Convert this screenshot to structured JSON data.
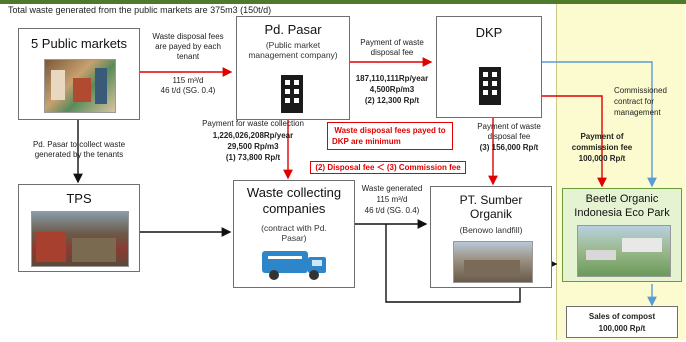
{
  "heading": "Total waste generated from the public markets are 375m3 (150t/d)",
  "nodes": {
    "markets": {
      "title": "5 Public markets"
    },
    "pasar": {
      "title": "Pd. Pasar",
      "subtitle_1": "(Public market",
      "subtitle_2": "management company)"
    },
    "dkp": {
      "title": "DKP"
    },
    "tps": {
      "title": "TPS"
    },
    "collecting": {
      "title_1": "Waste collecting",
      "title_2": "companies",
      "subtitle_1": "(contract with Pd.",
      "subtitle_2": "Pasar)"
    },
    "sumber": {
      "title_1": "PT. Sumber",
      "title_2": "Organik",
      "subtitle": "(Benowo landfill)"
    },
    "beetle": {
      "title_1": "Beetle Organic",
      "title_2": "Indonesia Eco Park"
    }
  },
  "labels": {
    "fees_by_tenant_1": "Waste disposal fees",
    "fees_by_tenant_2": "are payed by each",
    "fees_by_tenant_3": "tenant",
    "flow1_volume": "115 m³/d",
    "flow1_weight": "46 t/d (SG. 0.4)",
    "payment_disposal_1": "Payment of waste",
    "payment_disposal_2": "disposal fee",
    "dkp_fee_1": "187,110,111Rp/year",
    "dkp_fee_2": "4,500Rp/m3",
    "dkp_fee_3": "(2) 12,300 Rp/t",
    "commissioned_1": "Commissioned",
    "commissioned_2": "contract for",
    "commissioned_3": "management",
    "pasar_collect_1": "Pd. Pasar to collect waste",
    "pasar_collect_2": "generated by the tenants",
    "payment_collection": "Payment for waste collection",
    "collection_fee_1": "1,226,026,208Rp/year",
    "collection_fee_2": "29,500 Rp/m3",
    "collection_fee_3": "(1) 73,800 Rp/t",
    "red_note_1": "Waste disposal fees payed to",
    "red_note_2": "DKP are minimum",
    "payment_commission_1": "Payment of",
    "payment_commission_2": "commission fee",
    "payment_commission_3": "100,000 Rp/t",
    "payment_disposal_b_1": "Payment of waste",
    "payment_disposal_b_2": "disposal fee",
    "sumber_fee": "(3) 156,000 Rp/t",
    "red_compare": "(2) Disposal fee ＜ (3) Commission fee",
    "generated_1": "Waste generated",
    "generated_2": "115 m³/d",
    "generated_3": "46 t/d (SG. 0.4)",
    "sales_1": "Sales of compost",
    "sales_2": "100,000 Rp/t"
  },
  "colors": {
    "accent_red": "#e00000",
    "accent_blue": "#5b9bd5",
    "panel_yellow": "#fbfbcf",
    "panel_green": "#e6f3d2"
  }
}
